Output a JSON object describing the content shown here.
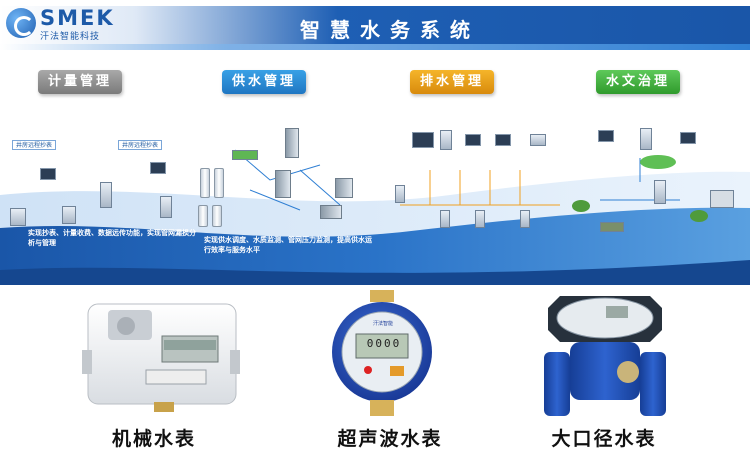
{
  "header": {
    "logo_text": "SMEK",
    "logo_subtitle": "汗法智能科技",
    "title": "智慧水务系统"
  },
  "categories": [
    {
      "label": "计量管理",
      "color": "#8c8c8c"
    },
    {
      "label": "供水管理",
      "color": "#2a8ad6"
    },
    {
      "label": "排水管理",
      "color": "#e89f18"
    },
    {
      "label": "水文治理",
      "color": "#3fae3c"
    }
  ],
  "diagram": {
    "caption_metering": "实现抄表、计量收费、数据远传功能，实现管网漏损分析与管理",
    "caption_supply": "实现供水调度、水质监测、管网压力监测，提高供水运行效率与服务水平",
    "labels": [
      "井房远程抄表",
      "井房远程抄表"
    ]
  },
  "meters": [
    {
      "caption": "机械水表",
      "icon": "prepaid-meter-icon"
    },
    {
      "caption": "超声波水表",
      "icon": "ultrasonic-meter-icon",
      "brand": "汗法智能",
      "display": "0000"
    },
    {
      "caption": "大口径水表",
      "icon": "large-caliber-meter-icon"
    }
  ],
  "colors": {
    "primary_blue": "#1d5aa8",
    "accent_orange": "#e89f18",
    "accent_green": "#3fae3c",
    "gray": "#8c8c8c"
  }
}
